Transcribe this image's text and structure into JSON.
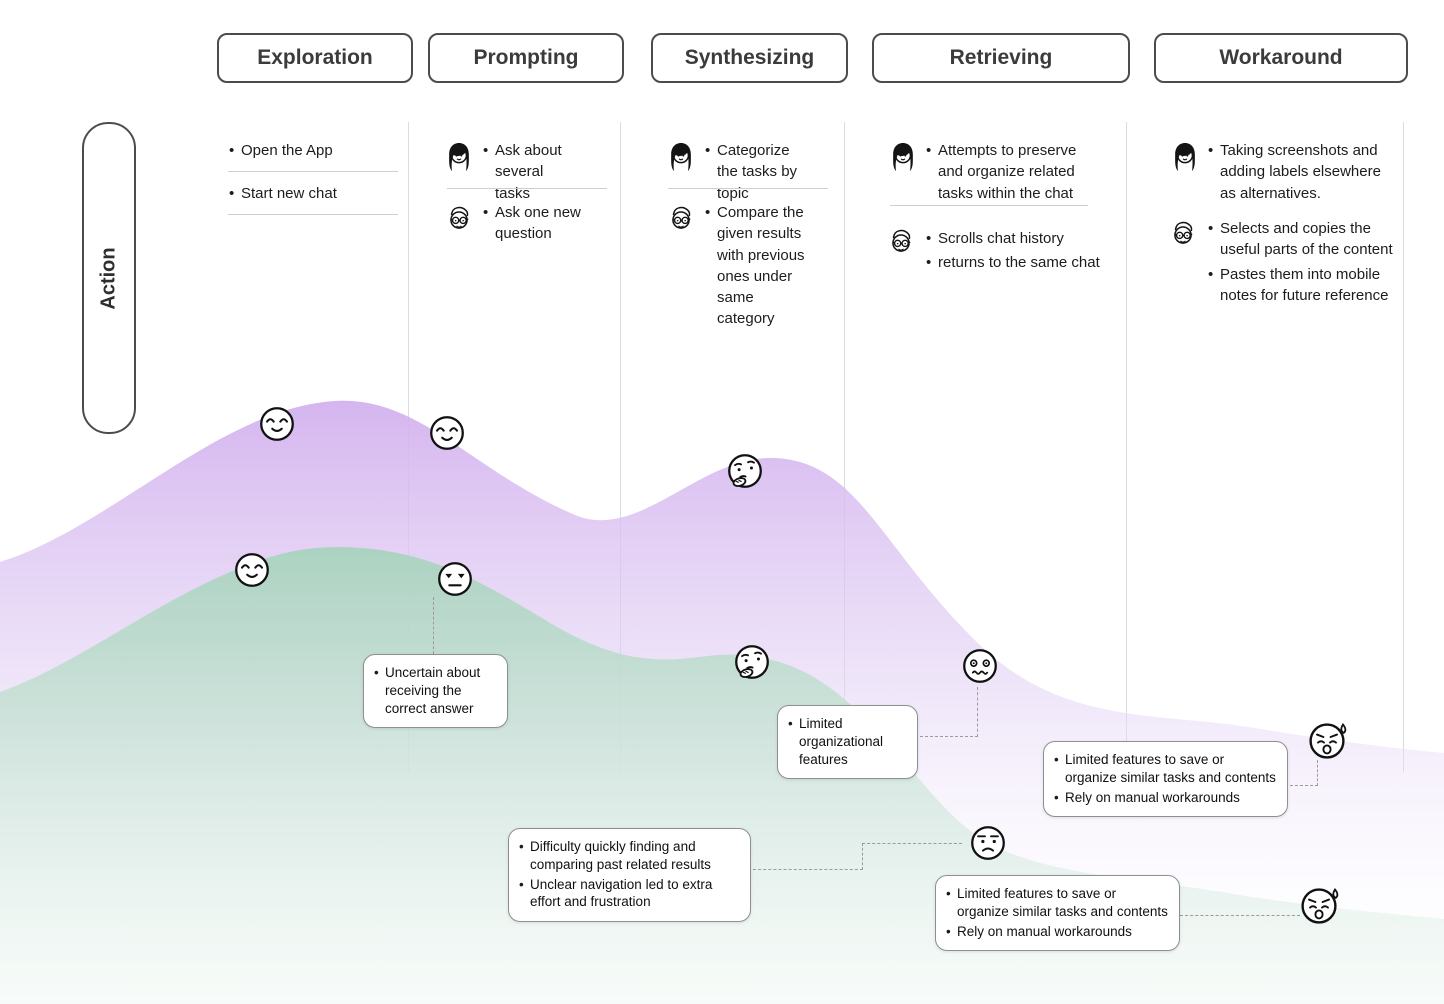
{
  "stages": [
    {
      "label": "Exploration"
    },
    {
      "label": "Prompting"
    },
    {
      "label": "Synthesizing"
    },
    {
      "label": "Retrieving"
    },
    {
      "label": "Workaround"
    }
  ],
  "row_label": "Action",
  "columns": {
    "exploration": {
      "items": [
        "Open the App",
        "Start new chat"
      ]
    },
    "prompting": {
      "persona1": "woman-avatar",
      "persona1_items": [
        "Ask about several tasks"
      ],
      "persona2": "glasses-avatar",
      "persona2_items": [
        "Ask one new question"
      ]
    },
    "synthesizing": {
      "persona1": "woman-avatar",
      "persona1_items": [
        "Categorize the tasks by topic"
      ],
      "persona2": "glasses-avatar",
      "persona2_items": [
        "Compare the given results with previous ones under same category"
      ]
    },
    "retrieving": {
      "persona1": "woman-avatar",
      "persona1_items": [
        "Attempts to preserve and organize related tasks within the chat"
      ],
      "persona2": "glasses-avatar",
      "persona2_items": [
        "Scrolls chat history",
        "returns to the same chat"
      ]
    },
    "workaround": {
      "persona1": "woman-avatar",
      "persona1_items": [
        "Taking screenshots and adding labels elsewhere as alternatives."
      ],
      "persona2": "glasses-avatar",
      "persona2_items": [
        "Selects and copies the useful parts of the content",
        "Pastes them into mobile notes for future reference"
      ]
    }
  },
  "callouts": {
    "uncertain": {
      "items": [
        "Uncertain about receiving the correct answer"
      ]
    },
    "limited_org": {
      "items": [
        "Limited organizational features"
      ]
    },
    "limited_save_top": {
      "items": [
        "Limited features to save or organize similar tasks and contents",
        "Rely on manual workarounds"
      ]
    },
    "difficulty": {
      "items": [
        "Difficulty quickly finding and comparing past related results",
        "Unclear navigation led to extra effort and frustration"
      ]
    },
    "limited_save_bottom": {
      "items": [
        "Limited features to save or organize similar tasks and contents",
        "Rely on manual workarounds"
      ]
    }
  },
  "emotion_markers": {
    "purple_series": [
      {
        "stage": "Exploration",
        "mood": "happy"
      },
      {
        "stage": "Prompting",
        "mood": "happy"
      },
      {
        "stage": "Synthesizing",
        "mood": "thinking"
      },
      {
        "stage": "Retrieving",
        "mood": "dizzy"
      },
      {
        "stage": "Workaround",
        "mood": "anxious"
      }
    ],
    "green_series": [
      {
        "stage": "Exploration",
        "mood": "happy"
      },
      {
        "stage": "Prompting",
        "mood": "unamused"
      },
      {
        "stage": "Synthesizing",
        "mood": "thinking"
      },
      {
        "stage": "Retrieving",
        "mood": "weary"
      },
      {
        "stage": "Workaround",
        "mood": "anxious"
      }
    ]
  },
  "colors": {
    "purple_area": "#d2b0ee",
    "green_area": "#a8d2be",
    "separator": "#dcdcdc",
    "callout_border": "#8f8f8f"
  }
}
